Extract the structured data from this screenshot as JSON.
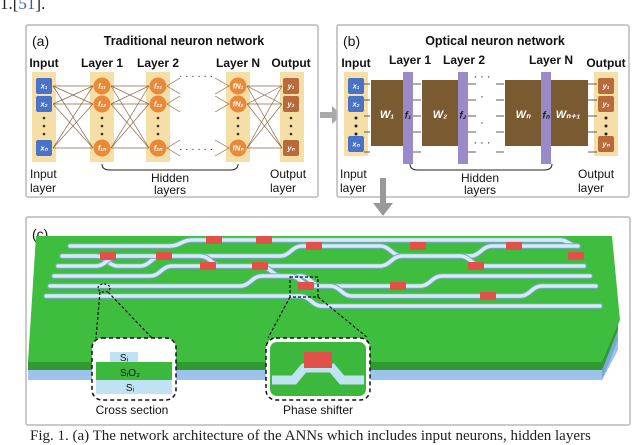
{
  "top_text": {
    "prefix": "1.[",
    "ref": "51",
    "suffix": "]."
  },
  "panel_a": {
    "label": "(a)",
    "title": "Traditional neuron network",
    "col_input": "Input",
    "col_output": "Output",
    "layers": [
      "Layer 1",
      "Layer 2",
      "Layer N"
    ],
    "ellipsis": "· · · · · ·",
    "inputs": [
      "x₁",
      "x₂",
      "xₙ"
    ],
    "layer1": [
      "f₁₁",
      "f₁₂",
      "f₁ₙ"
    ],
    "layer2": [
      "f₂₁",
      "f₂₂",
      "f₂ₙ"
    ],
    "layerN": [
      "fN₁",
      "fN₂",
      "fNₙ"
    ],
    "outputs": [
      "y₁",
      "y₂",
      "yₙ"
    ],
    "input_layer": [
      "Input",
      "layer"
    ],
    "hidden_layers": [
      "Hidden",
      "layers"
    ],
    "output_layer": [
      "Output",
      "layer"
    ]
  },
  "panel_b": {
    "label": "(b)",
    "title": "Optical neuron network",
    "col_input": "Input",
    "col_output": "Output",
    "layers": [
      "Layer 1",
      "Layer 2",
      "Layer N"
    ],
    "inputs": [
      "x₁",
      "x₂",
      "xₙ"
    ],
    "outputs": [
      "y₁",
      "y₂",
      "yₙ"
    ],
    "weights": [
      "W₁",
      "W₂",
      "Wₙ",
      "Wₙ₊₁"
    ],
    "funcs": [
      "f₁",
      "f₂",
      "fₙ"
    ],
    "input_layer": [
      "Input",
      "layer"
    ],
    "hidden_layers": [
      "Hidden",
      "layers"
    ],
    "output_layer": [
      "Output",
      "layer"
    ]
  },
  "panel_c": {
    "label": "(c)",
    "cross_section": {
      "layers": [
        "Sᵢ",
        "SᵢO₂",
        "Sᵢ"
      ],
      "caption": "Cross section"
    },
    "phase_shifter": {
      "caption": "Phase shifter"
    }
  },
  "caption": "Fig. 1. (a) The network architecture of the ANNs which includes input neurons, hidden layers",
  "colors": {
    "neuron_blue": "#4a72c9",
    "neuron_orange": "#e88a3a",
    "output_brown": "#b86a3a",
    "layer_bg": "#f6dfa6",
    "weight_box": "#7a5a30",
    "func_bar": "#9a8ac8",
    "chip_green": "#3cb83c",
    "chip_base": "#a8c8ec",
    "waveguide": "#d6eaf8",
    "shifter_red": "#e2504a"
  }
}
